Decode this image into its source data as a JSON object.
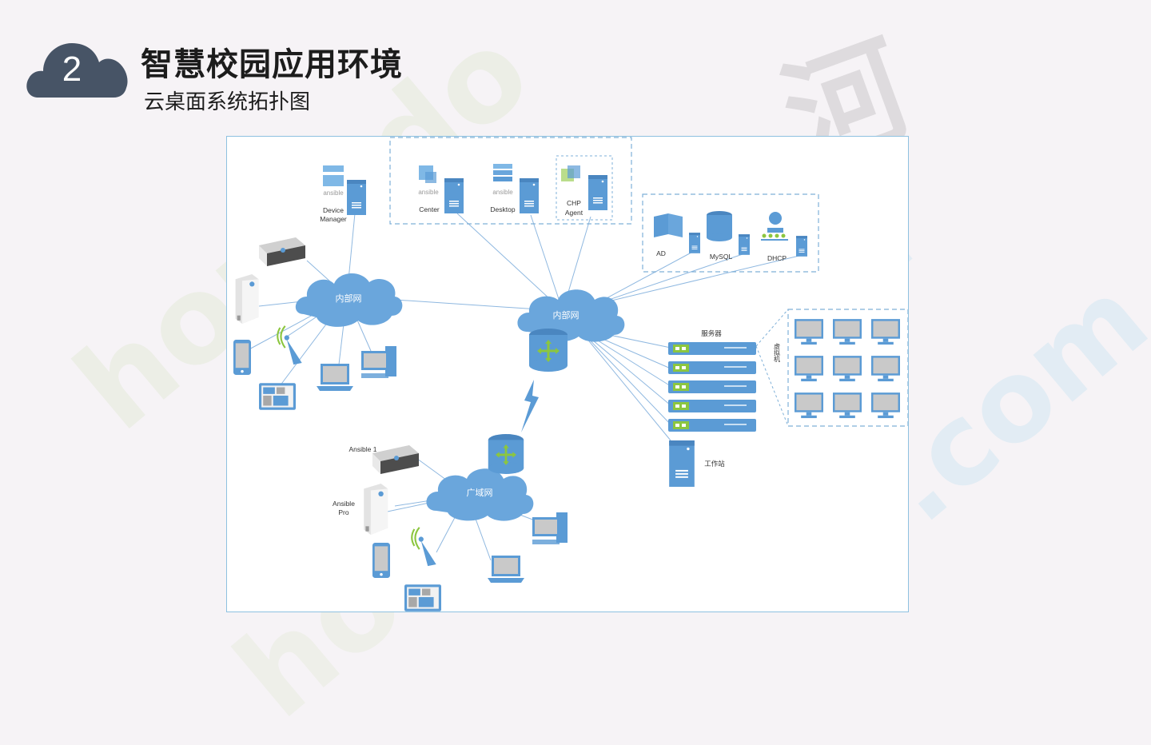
{
  "header": {
    "slide_number": "2",
    "title": "智慧校园应用环境",
    "subtitle": "云桌面系统拓扑图"
  },
  "diagram": {
    "clouds": {
      "intranet_left": "内部网",
      "intranet_center": "内部网",
      "wan": "广域网"
    },
    "device_manager": "Device\nManager",
    "device_manager_l1": "Device",
    "device_manager_l2": "Manager",
    "ansible_logo": "ansible",
    "top_group": {
      "center": "Center",
      "desktop": "Desktop",
      "chp_agent_l1": "CHP",
      "chp_agent_l2": "Agent"
    },
    "services": {
      "ad": "AD",
      "mysql": "MySQL",
      "dhcp": "DHCP"
    },
    "server_label": "服务器",
    "vm_label": "虚拟机",
    "workstation_label": "工作站",
    "wan_devices": {
      "ansible1": "Ansible 1",
      "ansible_pro_l1": "Ansible",
      "ansible_pro_l2": "Pro"
    }
  },
  "watermark": {
    "text_left": "homedo",
    "text_right": "homedo.com",
    "text_dot": ".com",
    "text_gray": "河"
  },
  "colors": {
    "device_blue": "#5b9bd5",
    "cloud_blue": "#6aa6dc",
    "line_blue": "#8fb8e0",
    "dashed_border": "#7fb0d8",
    "header_cloud": "#475466"
  }
}
